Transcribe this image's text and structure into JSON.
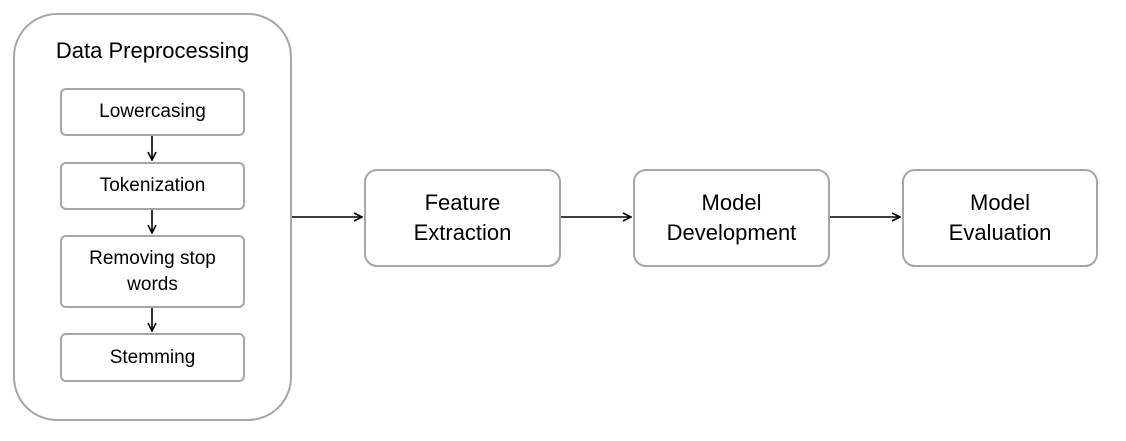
{
  "preprocessing": {
    "title": "Data Preprocessing",
    "steps": [
      "Lowercasing",
      "Tokenization",
      "Removing stop words",
      "Stemming"
    ]
  },
  "stages": [
    "Feature Extraction",
    "Model Development",
    "Model Evaluation"
  ],
  "colors": {
    "border": "#a6a6a6",
    "arrow": "#000000",
    "background": "#ffffff"
  }
}
